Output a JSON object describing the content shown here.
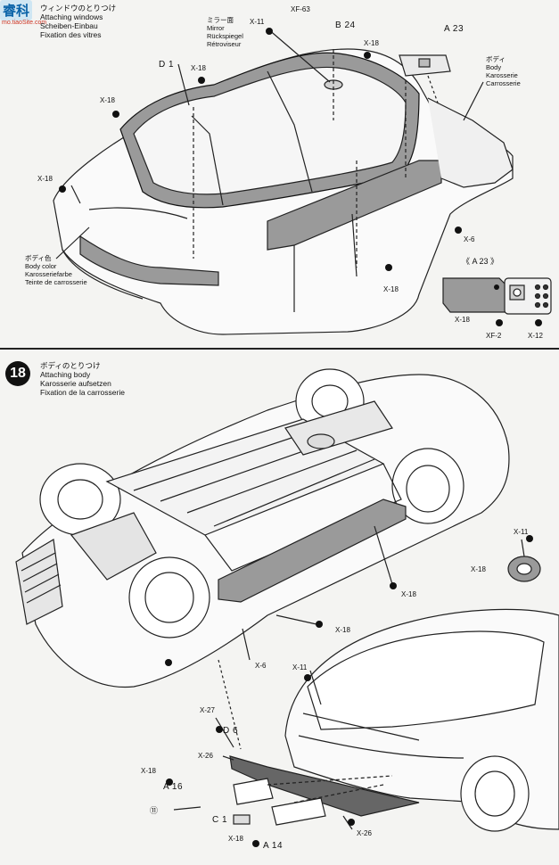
{
  "watermark": {
    "logo": "睿科",
    "url": "mo.tiaoSite.com"
  },
  "step17": {
    "title_jp": "ウィンドウのとりつけ",
    "title_en": "Attaching windows",
    "title_de": "Scheiben-Einbau",
    "title_fr": "Fixation des vitres"
  },
  "mirror": {
    "jp": "ミラー面",
    "en": "Mirror",
    "de": "Rückspiegel",
    "fr": "Rétroviseur"
  },
  "body_label": {
    "jp": "ボディ",
    "en": "Body",
    "de": "Karosserie",
    "fr": "Carrosserie"
  },
  "body_color": {
    "jp": "ボディ色",
    "en": "Body color",
    "de": "Karosseriefarbe",
    "fr": "Teinte de carrosserie"
  },
  "parts_top": {
    "xf63": "XF-63",
    "x11": "X-11",
    "b24": "B 24",
    "x18_a": "X-18",
    "a23": "A 23",
    "d1": "D 1",
    "x18_b": "X-18",
    "x18_c": "X-18",
    "x18_d": "X-18",
    "x6": "X-6",
    "x18_e": "X-18",
    "a23_detail": "《 A 23 》",
    "x18_f": "X-18",
    "xf2": "XF-2",
    "x12": "X-12"
  },
  "step18": {
    "number": "18",
    "title_jp": "ボディのとりつけ",
    "title_en": "Attaching body",
    "title_de": "Karosserie aufsetzen",
    "title_fr": "Fixation de la carrosserie"
  },
  "parts_bottom": {
    "x11_a": "X-11",
    "x18_a": "X-18",
    "x18_b": "X-18",
    "x6": "X-6",
    "x18_c": "X-18",
    "x11_b": "X-11",
    "x27": "X-27",
    "d6": "D 6",
    "x26_a": "X-26",
    "x18_d": "X-18",
    "a16": "A 16",
    "marker": "⑪",
    "c1": "C 1",
    "x26_b": "X-26",
    "x18_e": "X-18",
    "a14": "A 14"
  }
}
